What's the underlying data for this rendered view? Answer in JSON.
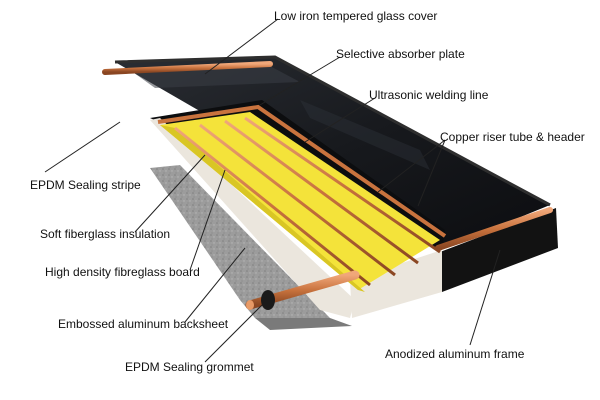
{
  "labels": {
    "glass_cover": "Low iron tempered glass cover",
    "absorber_plate": "Selective absorber plate",
    "welding_line": "Ultrasonic welding line",
    "copper_riser": "Copper riser tube & header",
    "epdm_stripe": "EPDM Sealing stripe",
    "soft_insulation": "Soft fiberglass insulation",
    "hd_board": "High density fibreglass board",
    "backsheet": "Embossed aluminum backsheet",
    "grommet": "EPDM Sealing grommet",
    "frame": "Anodized aluminum frame"
  },
  "colors": {
    "glass": "#1a1c20",
    "absorber": "#0c0d0f",
    "frame": "#121212",
    "copper": "#c9733e",
    "insulation": "#f4e33a",
    "board_edge": "#ebe6dd",
    "backsheet": "#9a9a9a",
    "leader": "#222222"
  }
}
